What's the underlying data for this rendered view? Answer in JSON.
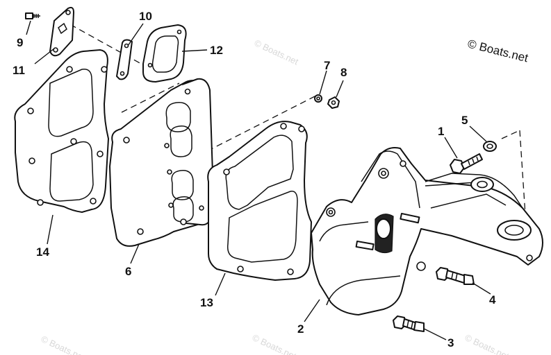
{
  "copyright": "© Boats.net",
  "watermark": "© Boats.net",
  "callouts": {
    "c1": "1",
    "c2": "2",
    "c3": "3",
    "c4": "4",
    "c5": "5",
    "c6": "6",
    "c7": "7",
    "c8": "8",
    "c9": "9",
    "c10": "10",
    "c11": "11",
    "c12": "12",
    "c13": "13",
    "c14": "14"
  }
}
